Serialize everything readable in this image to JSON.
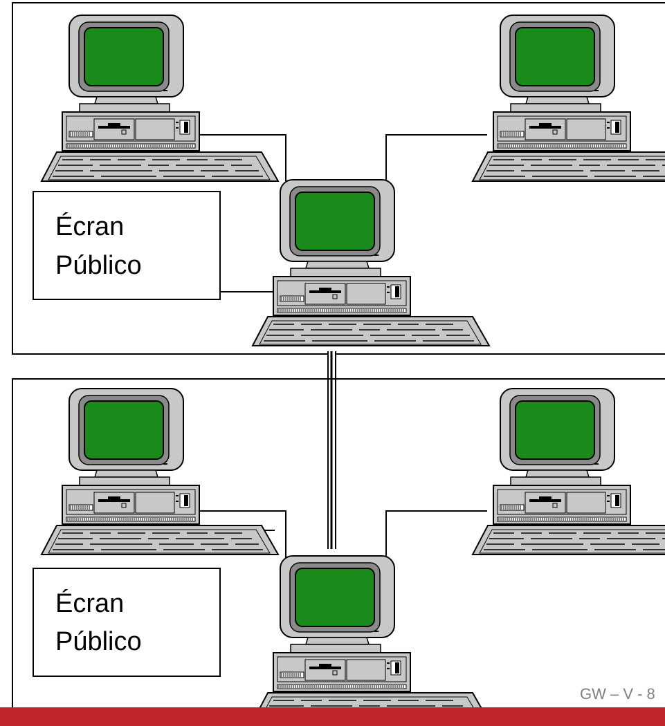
{
  "networks": [
    {
      "label_line1": "Écran",
      "label_line2": "Público",
      "computers": [
        "workstation-left",
        "workstation-right",
        "server-center"
      ]
    },
    {
      "label_line1": "Écran",
      "label_line2": "Público",
      "computers": [
        "workstation-left",
        "workstation-right",
        "server-center"
      ]
    }
  ],
  "footer": {
    "slide_number": "GW – V - 8",
    "bar_color": "#c0272d"
  },
  "colors": {
    "screen": "#1a8a1a",
    "monitor_body": "#c8c8c8",
    "line": "#000000"
  }
}
